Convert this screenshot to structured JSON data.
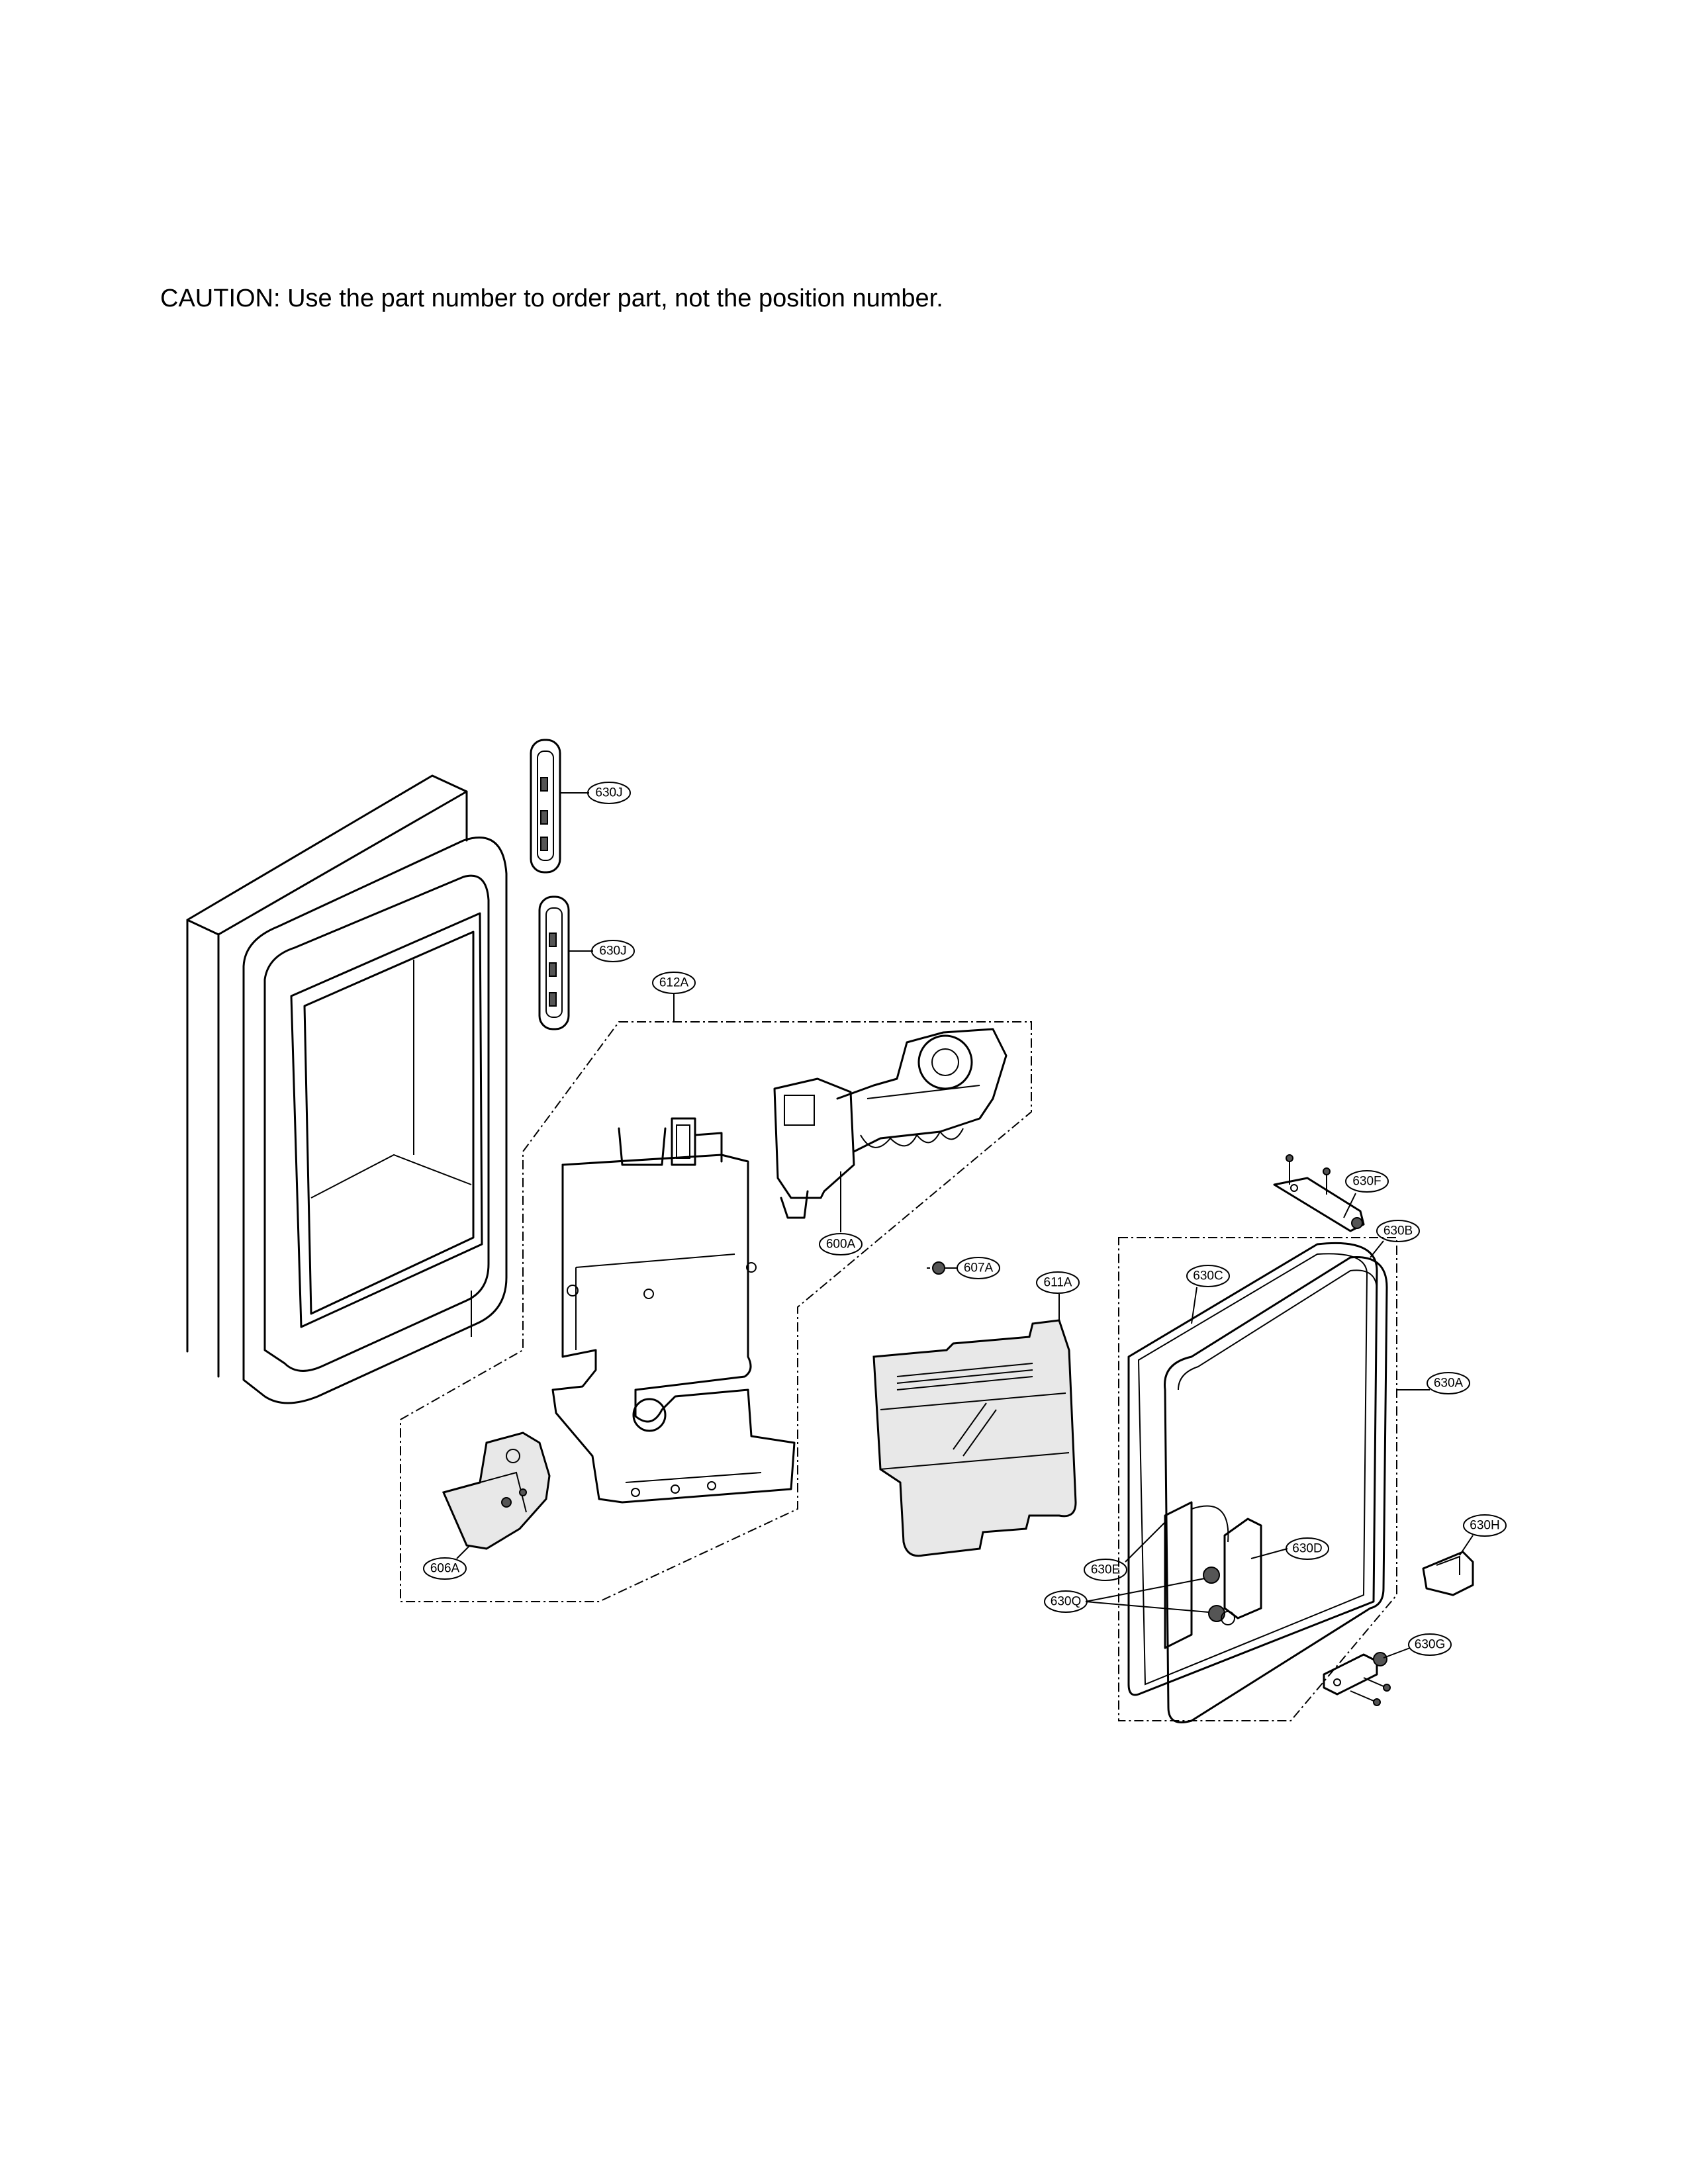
{
  "caution": "CAUTION: Use the part number to order part, not the position number.",
  "labels": {
    "p630J_top": "630J",
    "p630J_bottom": "630J",
    "p612A": "612A",
    "p600A": "600A",
    "p607A": "607A",
    "p611A": "611A",
    "p606A": "606A",
    "p630F": "630F",
    "p630B": "630B",
    "p630C": "630C",
    "p630A": "630A",
    "p630H": "630H",
    "p630D": "630D",
    "p630E": "630E",
    "p630Q": "630Q",
    "p630G": "630G"
  }
}
